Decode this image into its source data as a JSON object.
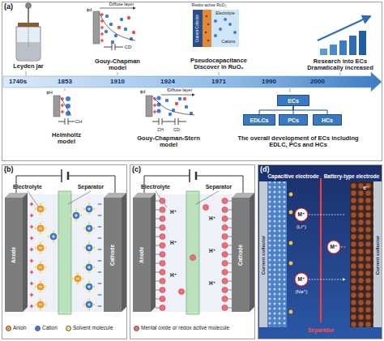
{
  "diagram": {
    "nodes": [
      {
        "text": [
          "(a)"
        ]
      },
      {
        "text": [
          "ECs"
        ],
        "in": 0
      },
      {
        "text": [
          "EDLCs"
        ],
        "in": 0
      },
      {
        "text": [
          "PCs"
        ],
        "in": 0
      },
      {
        "text": [
          "HCs"
        ],
        "in": 0
      },
      {
        "text": [
          "(b)"
        ]
      },
      {
        "text": [
          "(c)"
        ]
      },
      {
        "text": [
          "(d)"
        ]
      }
    ],
    "edges": [
      {
        "from": 1,
        "to": 2,
        "arrow": "none"
      },
      {
        "from": 1,
        "to": 3,
        "arrow": "none"
      },
      {
        "from": 1,
        "to": 4,
        "arrow": "none"
      }
    ],
    "labels": [
      "Leyden jar",
      "ϕd",
      "Diffuse layer",
      "CD",
      "Gouy-Chapman model",
      "Electrolyte",
      "Redox-active RuO₂",
      "Cations",
      "Current Collector",
      "Pseudocapacitance Discover in RuO₂",
      "Research into ECs Dramatically increased",
      "1740s",
      "1853",
      "1910",
      "1924",
      "1971",
      "1990",
      "2000",
      "ϕH",
      "CH",
      "Helmholtz model",
      "ϕd",
      "Diffuse layer",
      "CH",
      "CD",
      "Gouy-Chapman-Stern model",
      "The overall development of ECs including EDLC, PCs and HCs",
      "Electrolyte",
      "Separator",
      "Anode",
      "Cathode",
      "Electrolyte",
      "Separator",
      "Anode",
      "Cathode",
      "H⁺",
      "H⁺",
      "H⁺",
      "H⁺",
      "H⁺",
      "H⁺",
      "Capacitive electrode",
      "Battery-type electrode",
      "Current collector",
      "Current collector",
      "Separator",
      "e⁻",
      "M⁺",
      "M⁺",
      "M⁺",
      "(Li⁺)",
      "(Na⁺)"
    ],
    "legend": [
      {
        "text": "Anion",
        "color": "#f0a030"
      },
      {
        "text": "Cation",
        "color": "#3b7dd8"
      },
      {
        "text": "Solvent molecule",
        "color": "#f7e07a"
      },
      {
        "text": "Mental oxide or redox active molecule",
        "color": "#e8707a"
      }
    ]
  }
}
